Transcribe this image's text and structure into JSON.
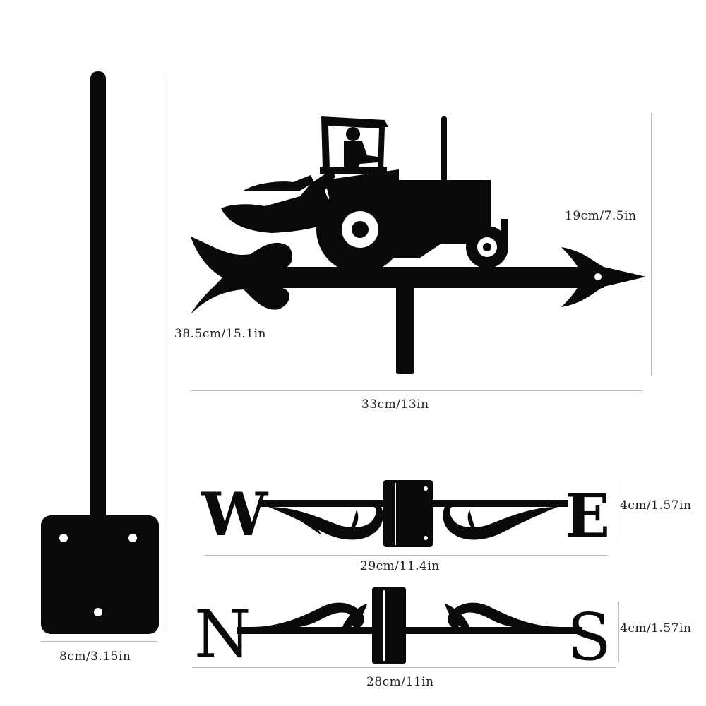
{
  "dimensions": {
    "pole_width": "8cm/3.15in",
    "vane_height": "19cm/7.5in",
    "vane_length": "38.5cm/15.1in",
    "vane_width": "33cm/13in",
    "ew_height": "4cm/1.57in",
    "ew_length": "29cm/11.4in",
    "ns_height": "4cm/1.57in",
    "ns_length": "28cm/11in"
  },
  "letters": {
    "west": "W",
    "east": "E",
    "north": "N",
    "south": "S"
  },
  "colors": {
    "silhouette": "#0a0a0a",
    "dimension_line": "#bdbdbd",
    "background": "#ffffff"
  }
}
